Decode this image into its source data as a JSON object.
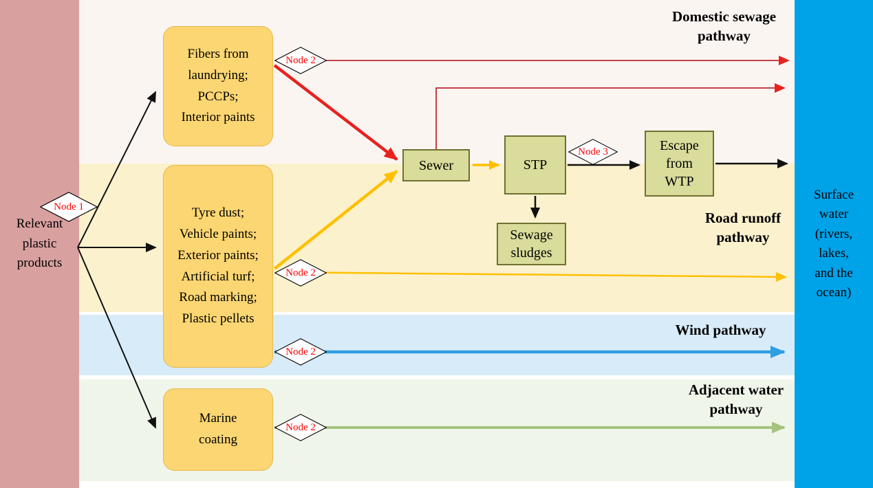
{
  "left_band": {
    "label": "Relevant\nplastic\nproducts"
  },
  "right_band": {
    "label": "Surface\nwater\n(rivers,\nlakes,\nand the\nocean)"
  },
  "pathway_labels": {
    "domestic": "Domestic sewage\npathway",
    "road_runoff": "Road runoff\npathway",
    "wind": "Wind pathway",
    "adjacent_water": "Adjacent water\npathway"
  },
  "source_boxes": {
    "laundry": "Fibers from\nlaundrying;\nPCCPs;\nInterior paints",
    "road": "Tyre dust;\nVehicle paints;\nExterior paints;\nArtificial turf;\nRoad marking;\nPlastic pellets",
    "marine": "Marine\ncoating"
  },
  "treatment_boxes": {
    "sewer": "Sewer",
    "stp": "STP",
    "sludge": "Sewage\nsludges",
    "wtp_escape": "Escape\nfrom\nWTP"
  },
  "nodes": {
    "node1": "Node 1",
    "node2": "Node 2",
    "node3": "Node 3"
  },
  "colors": {
    "left_band": "#D9A0A0",
    "right_band": "#00A2E8",
    "domestic_band": "#FBF5F2",
    "road_band": "#FBF1CD",
    "wind_band": "#D7EBF8",
    "adjacent_band": "#F0F5EA",
    "source_box": "#FCD672",
    "treatment_box": "#D9DC9A",
    "red_arrow": "#E8221F",
    "yellow_arrow": "#FFC000",
    "blue_arrow": "#2E9FE0",
    "green_arrow": "#A5C37D",
    "node_text": "#FF0000"
  }
}
